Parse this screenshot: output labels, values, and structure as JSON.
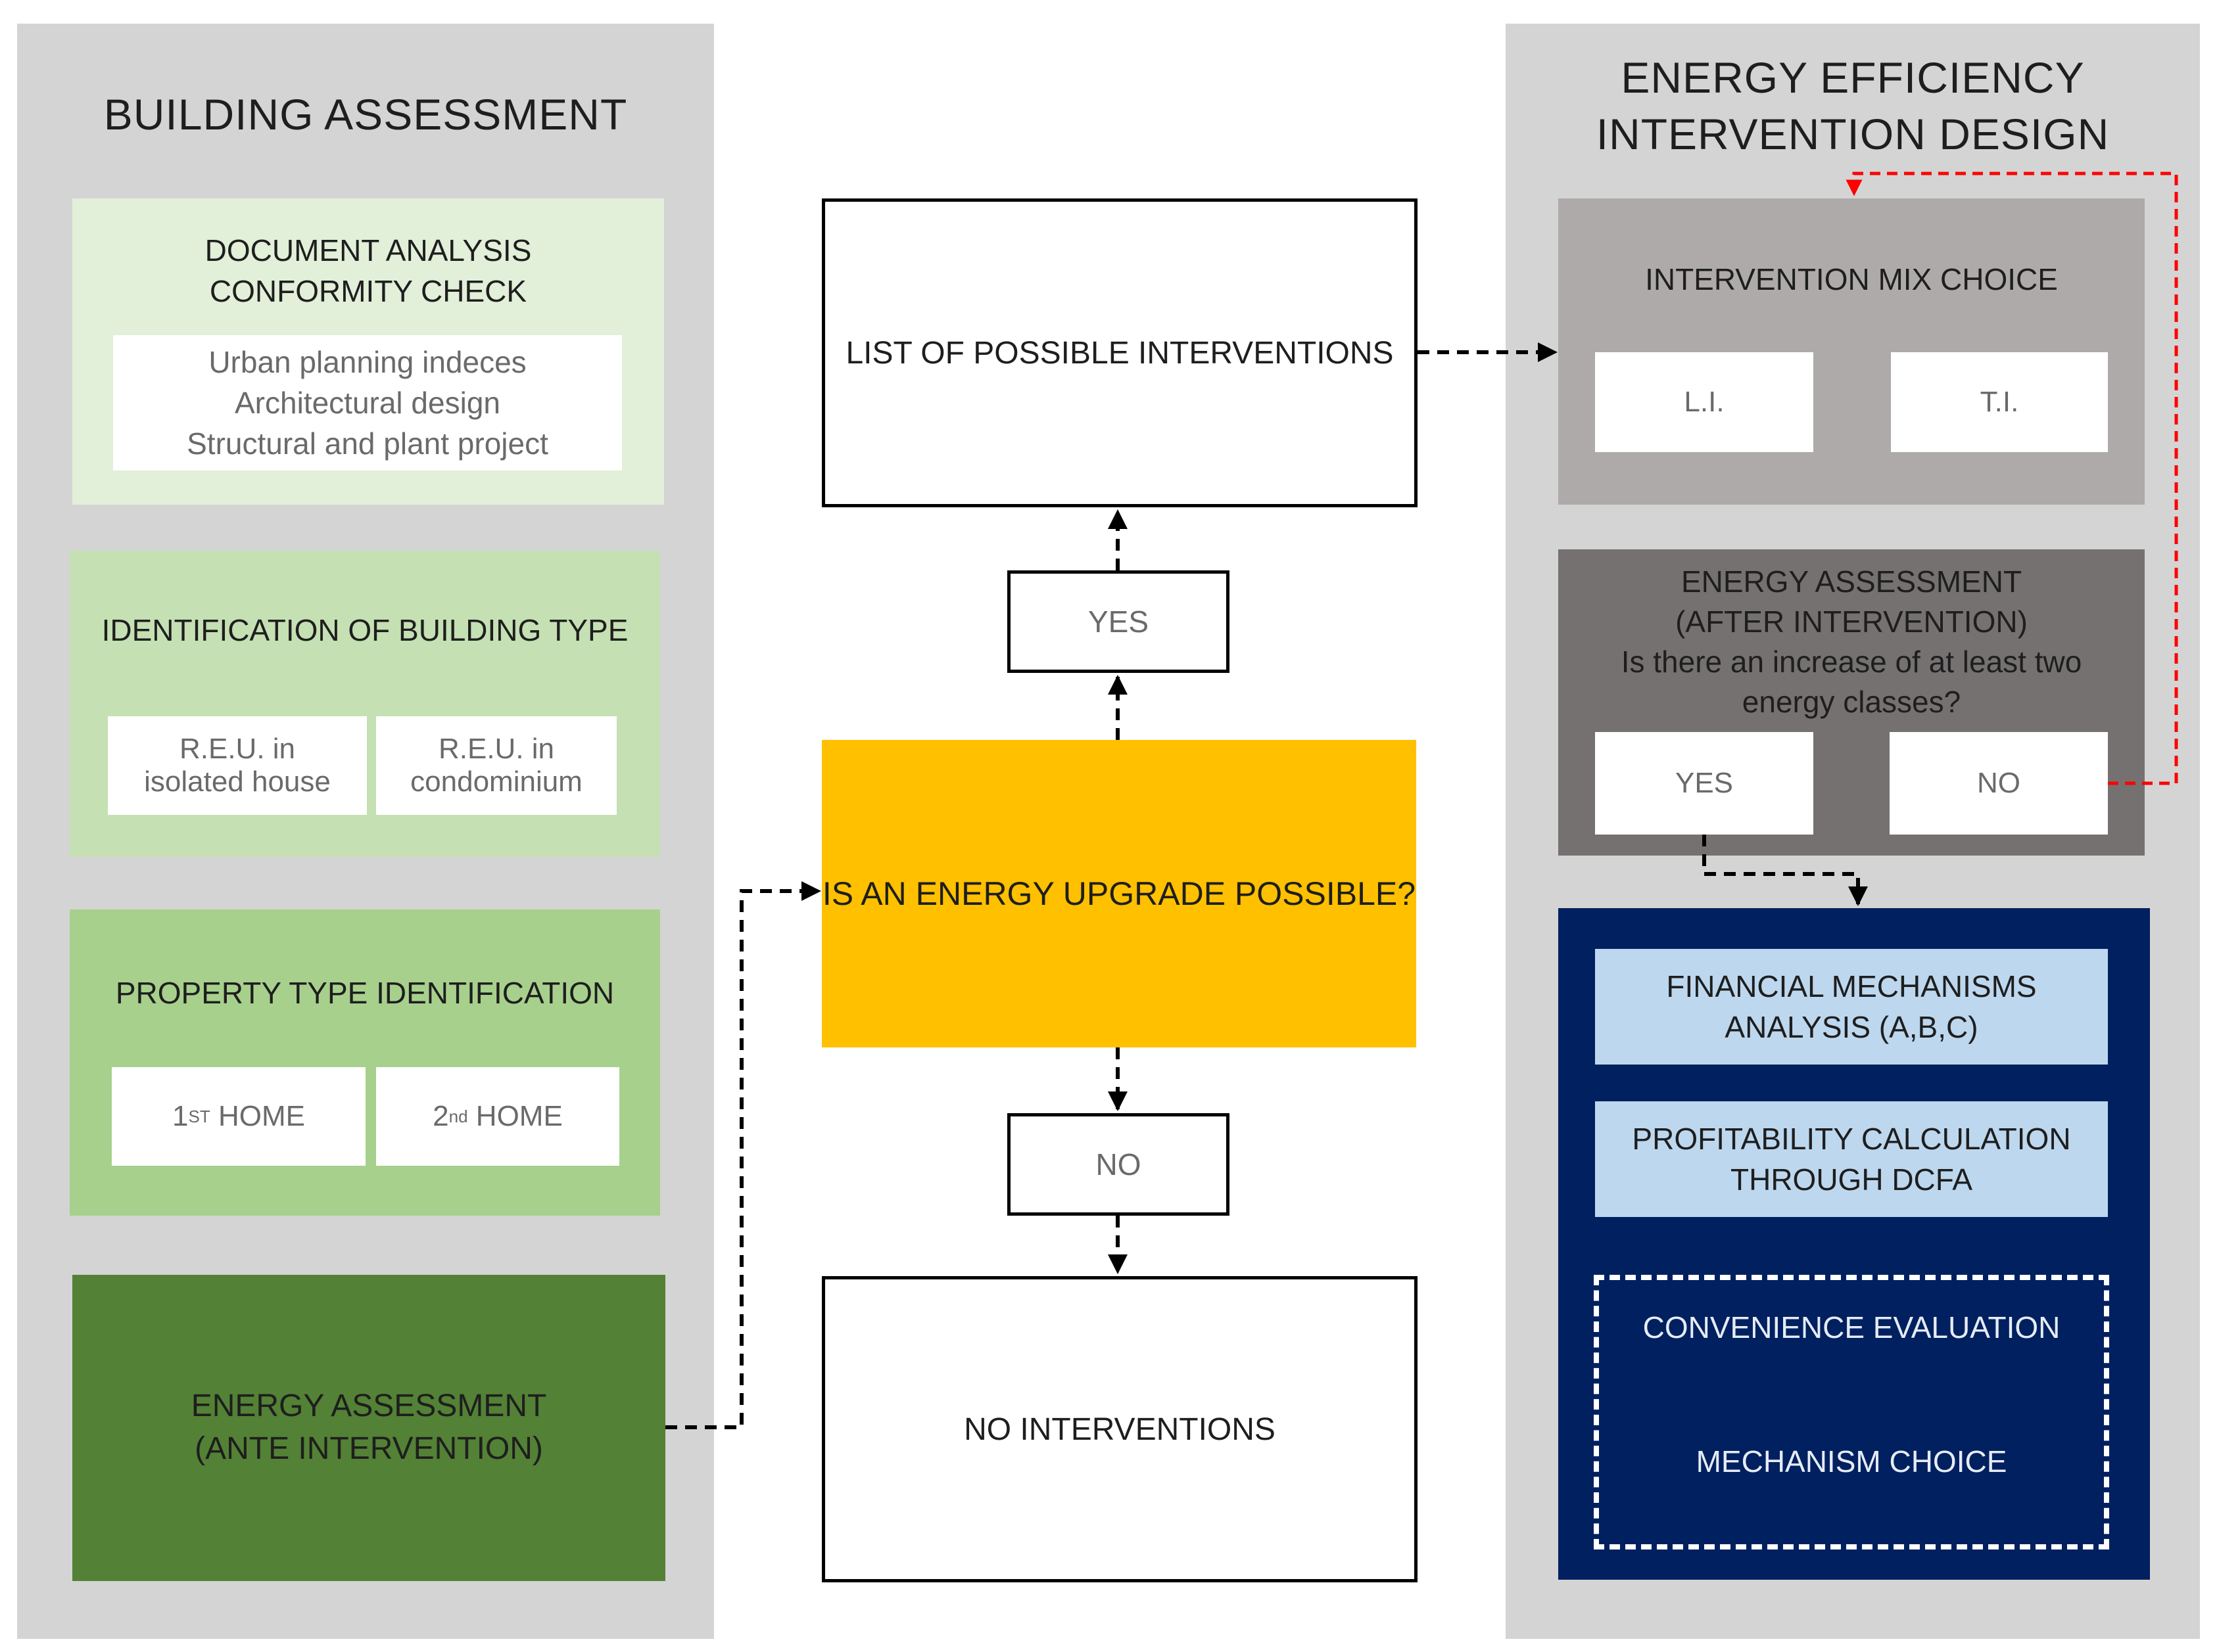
{
  "left_panel": {
    "title": "BUILDING ASSESSMENT",
    "document_analysis": {
      "title_line1": "DOCUMENT ANALYSIS",
      "title_line2": "CONFORMITY CHECK",
      "items": [
        "Urban planning indeces",
        "Architectural design",
        "Structural and plant project"
      ]
    },
    "building_type": {
      "title": "IDENTIFICATION OF BUILDING TYPE",
      "option1_line1": "R.E.U. in",
      "option1_line2": "isolated house",
      "option2_line1": "R.E.U. in",
      "option2_line2": "condominium"
    },
    "property_type": {
      "title": "PROPERTY TYPE IDENTIFICATION",
      "option1_num": "1",
      "option1_sup": "ST",
      "option1_text": " HOME",
      "option2_num": "2",
      "option2_sup": "nd",
      "option2_text": " HOME"
    },
    "energy_assessment_ante": {
      "line1": "ENERGY ASSESSMENT",
      "line2": "(ANTE INTERVENTION)"
    }
  },
  "center": {
    "list_of_interventions": "LIST OF POSSIBLE INTERVENTIONS",
    "yes_label": "YES",
    "decision": "IS AN ENERGY UPGRADE POSSIBLE?",
    "no_label": "NO",
    "no_interventions": "NO INTERVENTIONS"
  },
  "right_panel": {
    "title_line1": "ENERGY EFFICIENCY",
    "title_line2": "INTERVENTION DESIGN",
    "mix_choice": {
      "title": "INTERVENTION MIX CHOICE",
      "option1": "L.I.",
      "option2": "T.I."
    },
    "energy_assessment_after": {
      "line1": "ENERGY ASSESSMENT",
      "line2": "(AFTER INTERVENTION)",
      "line3": "Is there an increase of at least two",
      "line4": "energy classes?",
      "yes": "YES",
      "no": "NO"
    },
    "financial": {
      "mechanisms_line1": "FINANCIAL MECHANISMS",
      "mechanisms_line2": "ANALYSIS (A,B,C)",
      "profitability_line1": "PROFITABILITY CALCULATION",
      "profitability_line2": "THROUGH DCFA",
      "convenience": "CONVENIENCE EVALUATION",
      "mechanism_choice": "MECHANISM CHOICE"
    }
  },
  "colors": {
    "panel_gray": "#d4d4d4",
    "doc_analysis_bg": "#e2efd9",
    "building_type_bg": "#c5e0b3",
    "property_type_bg": "#a8d08d",
    "energy_ante_bg": "#538135",
    "decision_yellow": "#ffc000",
    "mix_choice_bg": "#aeaaaa",
    "energy_after_bg": "#767171",
    "financial_navy": "#002060",
    "financial_light_blue": "#bdd7ee",
    "feedback_arrow_red": "#ff0000"
  }
}
